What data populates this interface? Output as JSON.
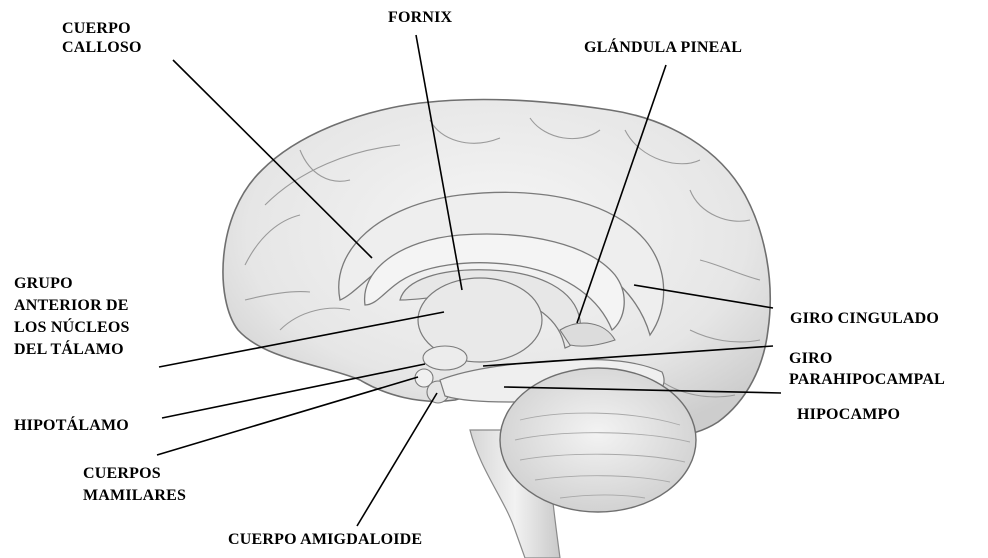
{
  "colors": {
    "background": "#ffffff",
    "brain_fill": "#ededed",
    "brain_shade": "#d2d2d2",
    "outline": "#6f6f6f",
    "label_text": "#000000",
    "leader_line": "#000000"
  },
  "labels": {
    "cuerpo_calloso": [
      "CUERPO",
      "CALLOSO"
    ],
    "fornix": [
      "FORNIX"
    ],
    "glandula_pineal": [
      "GLÁNDULA PINEAL"
    ],
    "grupo_anterior": [
      "GRUPO",
      "ANTERIOR DE",
      "LOS NÚCLEOS",
      "DEL TÁLAMO"
    ],
    "hipotalamo": [
      "HIPOTÁLAMO"
    ],
    "cuerpos_mamilares": [
      "CUERPOS",
      "MAMILARES"
    ],
    "cuerpo_amigdaloide": [
      "CUERPO AMIGDALOIDE"
    ],
    "giro_cingulado": [
      "GIRO CINGULADO"
    ],
    "giro_parahipocampal": [
      "GIRO",
      "PARAHIPOCAMPAL"
    ],
    "hipocampo": [
      "HIPOCAMPO"
    ]
  }
}
